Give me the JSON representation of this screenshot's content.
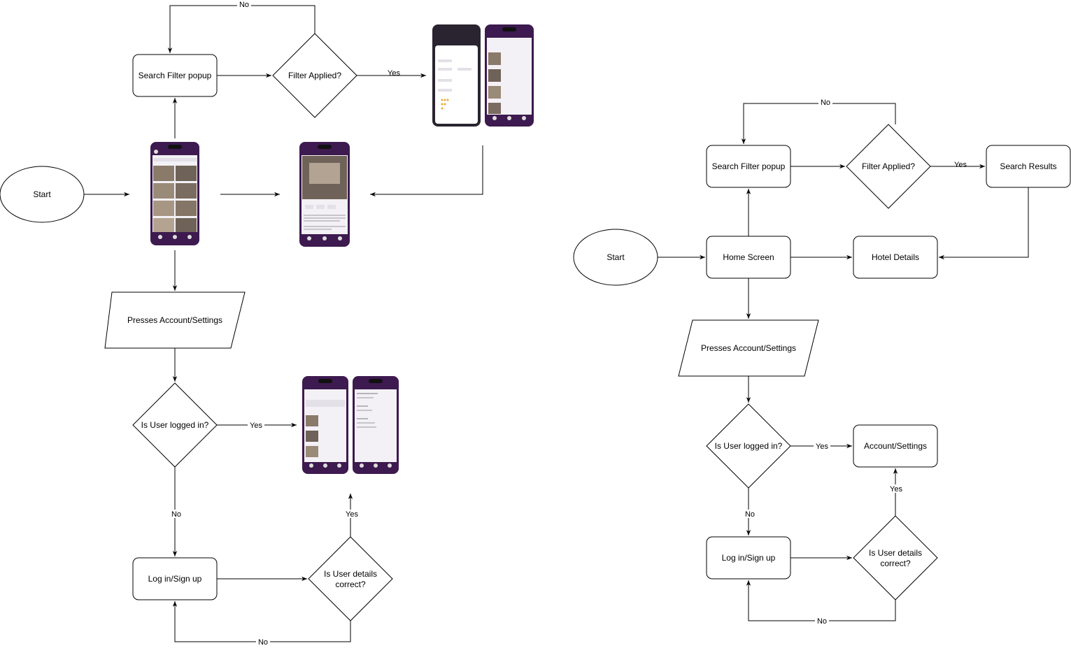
{
  "left_flow": {
    "start": "Start",
    "search_filter": "Search Filter popup",
    "filter_applied": "Filter Applied?",
    "presses_account": "Presses Account/Settings",
    "is_logged_in": "Is User logged in?",
    "login": "Log in/Sign up",
    "details_correct_1": "Is User details",
    "details_correct_2": "correct?",
    "yes": "Yes",
    "no": "No"
  },
  "right_flow": {
    "start": "Start",
    "home": "Home Screen",
    "search_filter": "Search Filter popup",
    "filter_applied": "Filter Applied?",
    "search_results": "Search Results",
    "hotel_details": "Hotel Details",
    "presses_account": "Presses Account/Settings",
    "is_logged_in": "Is User logged in?",
    "account_settings": "Account/Settings",
    "login": "Log in/Sign up",
    "details_correct_1": "Is User details",
    "details_correct_2": "correct?",
    "yes": "Yes",
    "no": "No"
  },
  "colors": {
    "phone_frame": "#3d1a4f",
    "phone_screen": "#f3f1f5",
    "photo": "#8a7a6a",
    "star": "#e8a93a"
  }
}
